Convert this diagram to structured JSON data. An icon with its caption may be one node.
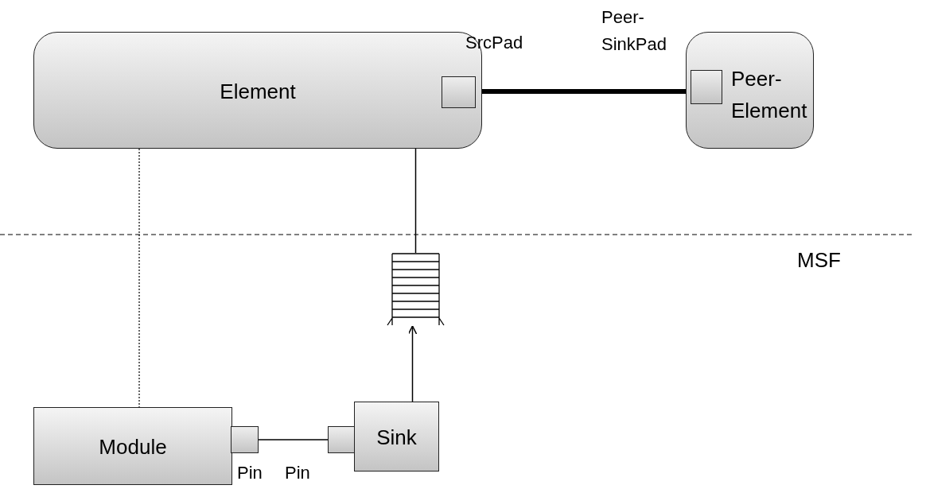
{
  "diagram": {
    "nodes": [
      {
        "text": [
          "Element"
        ]
      },
      {
        "text": [
          "SrcPad"
        ],
        "in": 0
      },
      {
        "text": [
          "Peer- Element"
        ]
      },
      {
        "text": [
          "Peer- SinkPad"
        ],
        "in": 2
      },
      {
        "text": [],
        "shape": "box"
      },
      {
        "text": [
          "Module"
        ]
      },
      {
        "text": [
          "Pin"
        ]
      },
      {
        "text": [
          "Sink"
        ]
      },
      {
        "text": [
          "Pin"
        ]
      }
    ],
    "edges": [
      {
        "from": 1,
        "to": 3,
        "arrow": "none",
        "style": "thick"
      },
      {
        "from": 0,
        "to": 4,
        "arrow": "none"
      },
      {
        "from": 7,
        "to": 4,
        "arrow": "to"
      },
      {
        "from": 0,
        "to": 5,
        "arrow": "none",
        "style": "dashed"
      },
      {
        "from": 6,
        "to": 8,
        "arrow": "none"
      }
    ],
    "labels": [
      "MSF"
    ]
  }
}
